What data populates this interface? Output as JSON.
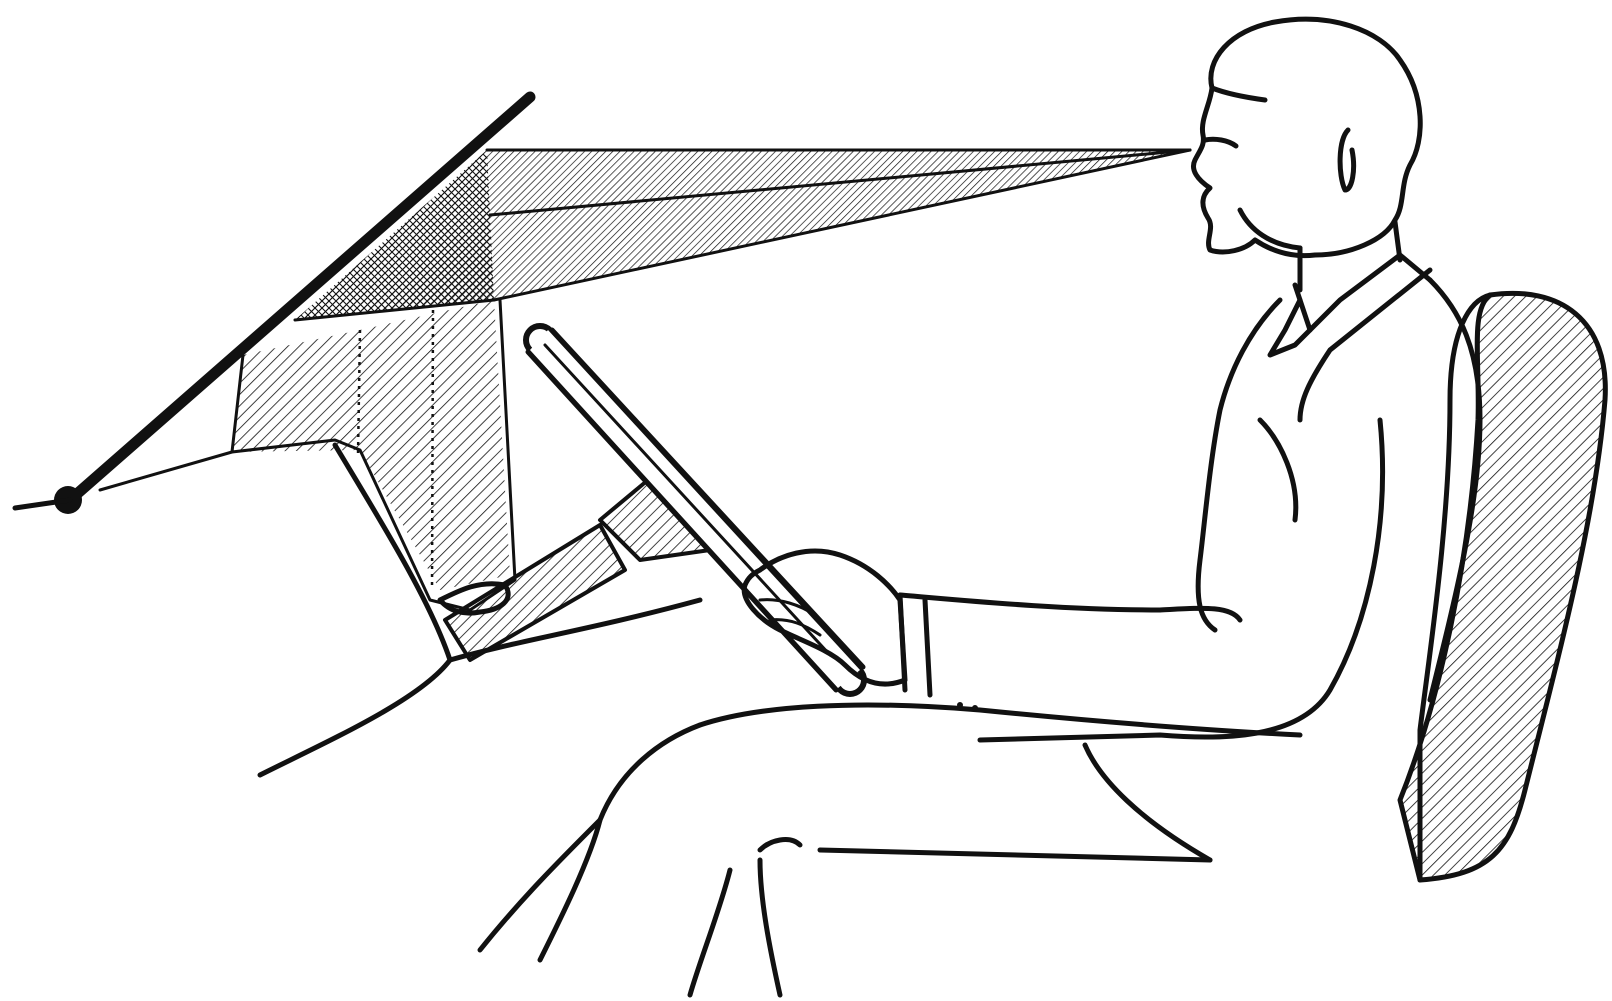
{
  "figure": {
    "subject": "driver-sight-line-illustration",
    "palette": {
      "ink": "#111111",
      "paper": "#ffffff"
    },
    "parts": [
      "windshield",
      "sight-cone",
      "dashboard",
      "steering-column",
      "steering-wheel",
      "driver",
      "seat"
    ]
  }
}
